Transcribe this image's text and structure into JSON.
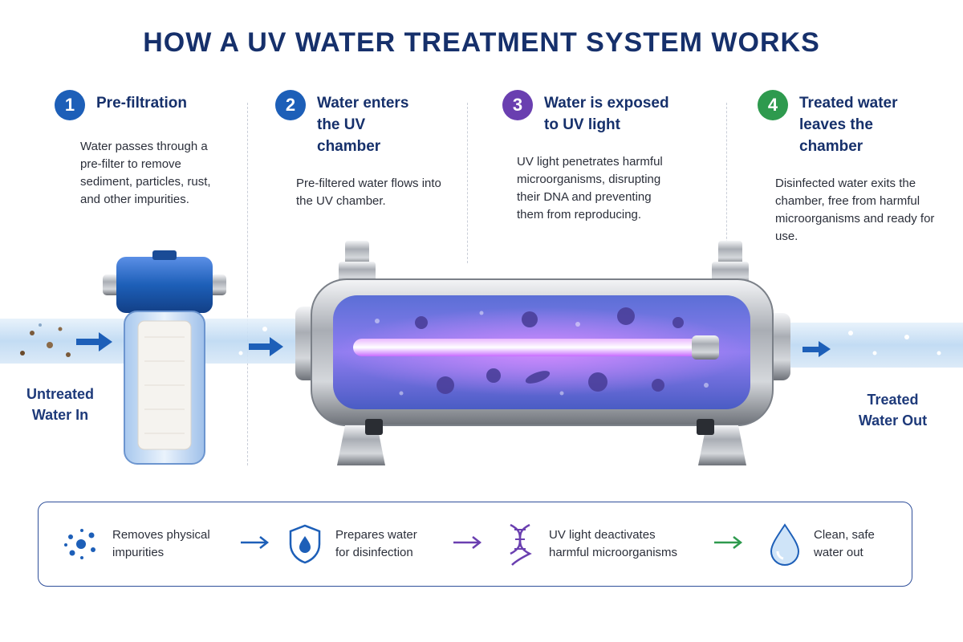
{
  "title": "HOW A UV WATER TREATMENT SYSTEM WORKS",
  "steps": [
    {
      "number": "1",
      "title": "Pre-filtration",
      "body": "Water passes through a pre-filter to remove sediment, particles, rust, and other impurities.",
      "color": "#1d5fb8"
    },
    {
      "number": "2",
      "title": "Water enters the UV chamber",
      "body": "Pre-filtered water flows into the UV chamber.",
      "color": "#1d5fb8"
    },
    {
      "number": "3",
      "title": "Water is exposed to UV light",
      "body": "UV light penetrates harmful microorganisms, disrupting their DNA and preventing them from reproducing.",
      "color": "#6a3fb0"
    },
    {
      "number": "4",
      "title": "Treated water leaves the chamber",
      "body": "Disinfected water exits the chamber, free from harmful microorganisms and ready for use.",
      "color": "#2e9a4e"
    }
  ],
  "labels": {
    "inlet": "Untreated Water In",
    "outlet": "Treated Water Out"
  },
  "summary": [
    {
      "text": "Removes physical impurities",
      "icon": "particles-icon"
    },
    {
      "text": "Prepares water for disinfection",
      "icon": "shield-drop-icon"
    },
    {
      "text": "UV light deactivates harmful microorganisms",
      "icon": "dna-icon"
    },
    {
      "text": "Clean, safe water out",
      "icon": "water-drop-icon"
    }
  ],
  "colors": {
    "title": "#16306b",
    "uv_light": "#c86bff",
    "water": "#bcd8f2",
    "arrow_blue": "#1d5fb8",
    "arrow_purple": "#6a3fb0",
    "arrow_green": "#2e9a4e"
  }
}
